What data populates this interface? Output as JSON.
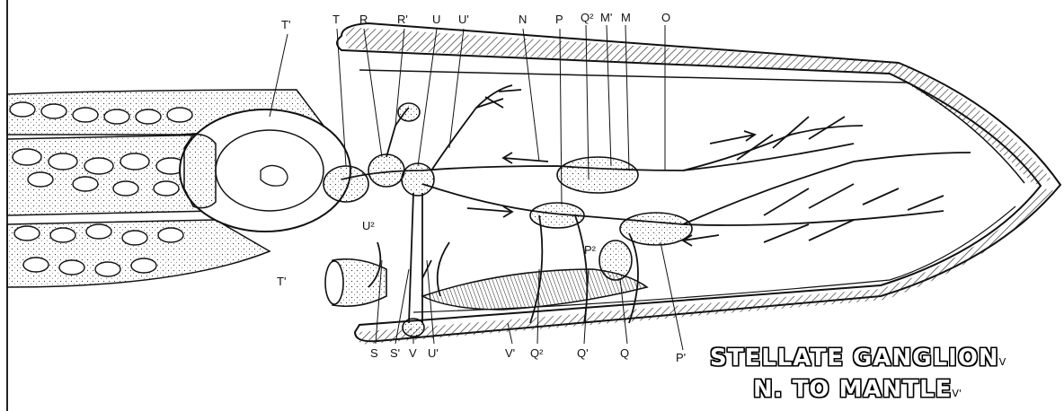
{
  "labels": {
    "top": [
      "T'",
      "T",
      "R",
      "R'",
      "U",
      "U'",
      "N",
      "P",
      "Q²",
      "M'",
      "M",
      "O"
    ],
    "bottom": [
      "S",
      "S'",
      "V",
      "U'",
      "V'",
      "Q²",
      "Q'",
      "Q",
      "P'"
    ],
    "left": [
      "U²",
      "T'"
    ],
    "inner": [
      "P²"
    ]
  },
  "legend": {
    "line1": "STELLATE GANGLION",
    "line1_suffix": "V",
    "line2": "N. TO MANTLE",
    "line2_suffix": "V'"
  }
}
